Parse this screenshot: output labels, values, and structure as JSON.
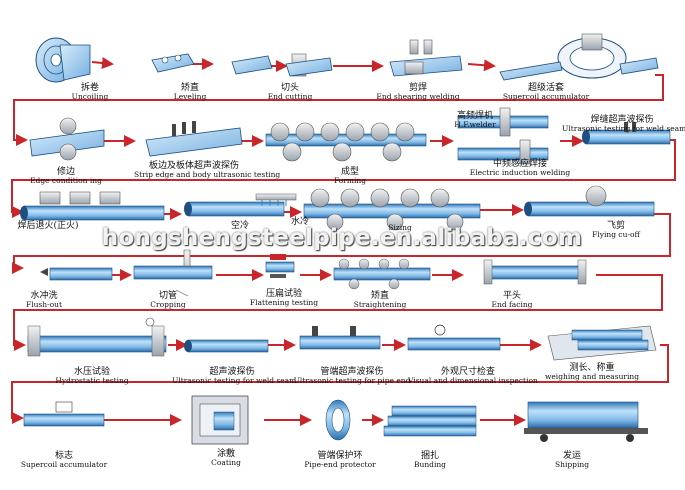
{
  "watermark": "hongshengsteelpipe.en.alibaba.com",
  "colors": {
    "arrow": "#c8262a",
    "pipe": "#8fc6ee",
    "pipe_dark": "#3d86c6",
    "pipe_edge": "#1d4f80",
    "roller": "#cfd8e2"
  },
  "steps": [
    {
      "zh": "拆卷",
      "en": "Uncoiling",
      "icon": "coil-icon"
    },
    {
      "zh": "矫直",
      "en": "Leveling",
      "icon": "strip-icon"
    },
    {
      "zh": "切头",
      "en": "End cutting",
      "icon": "cutter-icon"
    },
    {
      "zh": "剪焊",
      "en": "End shearing welding",
      "icon": "weld-icon"
    },
    {
      "zh": "超级活套",
      "en": "Supercoil accumulator",
      "icon": "accumulator-icon"
    },
    {
      "zh": "修边",
      "en": "Edge condition ing",
      "icon": "edge-roller-icon"
    },
    {
      "zh": "板边及板体超声波探伤",
      "en": "Strip edge and body ultrasonic testing",
      "icon": "ultrasonic-icon"
    },
    {
      "zh": "成型",
      "en": "Forming",
      "icon": "forming-rollers-icon"
    },
    {
      "zh": "高频焊机",
      "en": "H.F.welder",
      "icon": "welder-icon"
    },
    {
      "zh": "中频感应焊接",
      "en": "Electric induction welding",
      "icon": "induction-icon"
    },
    {
      "zh": "焊缝超声波探伤",
      "en": "Ultrasonic testing for weld seam",
      "icon": "seam-ut-icon"
    },
    {
      "zh": "焊后退火(正火)",
      "en": "",
      "icon": "annealing-icon"
    },
    {
      "zh": "空冷",
      "en": "",
      "icon": "air-cooling-icon"
    },
    {
      "zh": "水冷",
      "en": "",
      "icon": "water-cooling-icon"
    },
    {
      "zh": "",
      "en": "Sizing",
      "icon": "sizing-rollers-icon"
    },
    {
      "zh": "飞剪",
      "en": "Flying cu-off",
      "icon": "flying-cutoff-icon"
    },
    {
      "zh": "水冲洗",
      "en": "Flush-out",
      "icon": "flush-icon"
    },
    {
      "zh": "切管",
      "en": "Cropping",
      "icon": "cropping-icon"
    },
    {
      "zh": "压扁试验",
      "en": "Flattening testing",
      "icon": "flattening-icon"
    },
    {
      "zh": "矫直",
      "en": "Straightening",
      "icon": "straightening-icon"
    },
    {
      "zh": "平头",
      "en": "End facing",
      "icon": "end-facing-icon"
    },
    {
      "zh": "水压试验",
      "en": "Hydrostatic testing",
      "icon": "hydrostatic-icon"
    },
    {
      "zh": "超声波探伤",
      "en": "Ultrasonic testing for weld seam",
      "icon": "ut-weld-icon"
    },
    {
      "zh": "管端超声波探伤",
      "en": "Ultrasonic testing for pipe end",
      "icon": "ut-pipe-end-icon"
    },
    {
      "zh": "外观尺寸检查",
      "en": "Visual and dimensional inspection",
      "icon": "inspection-icon"
    },
    {
      "zh": "测长、称重",
      "en": "weighing and measuring",
      "icon": "weighing-icon"
    },
    {
      "zh": "标志",
      "en": "Supercoil accumulator",
      "icon": "marking-icon"
    },
    {
      "zh": "涂敷",
      "en": "Coating",
      "icon": "coating-icon"
    },
    {
      "zh": "管端保护环",
      "en": "Pipe-end protector",
      "icon": "protector-icon"
    },
    {
      "zh": "捆扎",
      "en": "Bunding",
      "icon": "bundling-icon"
    },
    {
      "zh": "发运",
      "en": "Shipping",
      "icon": "shipping-icon"
    }
  ]
}
